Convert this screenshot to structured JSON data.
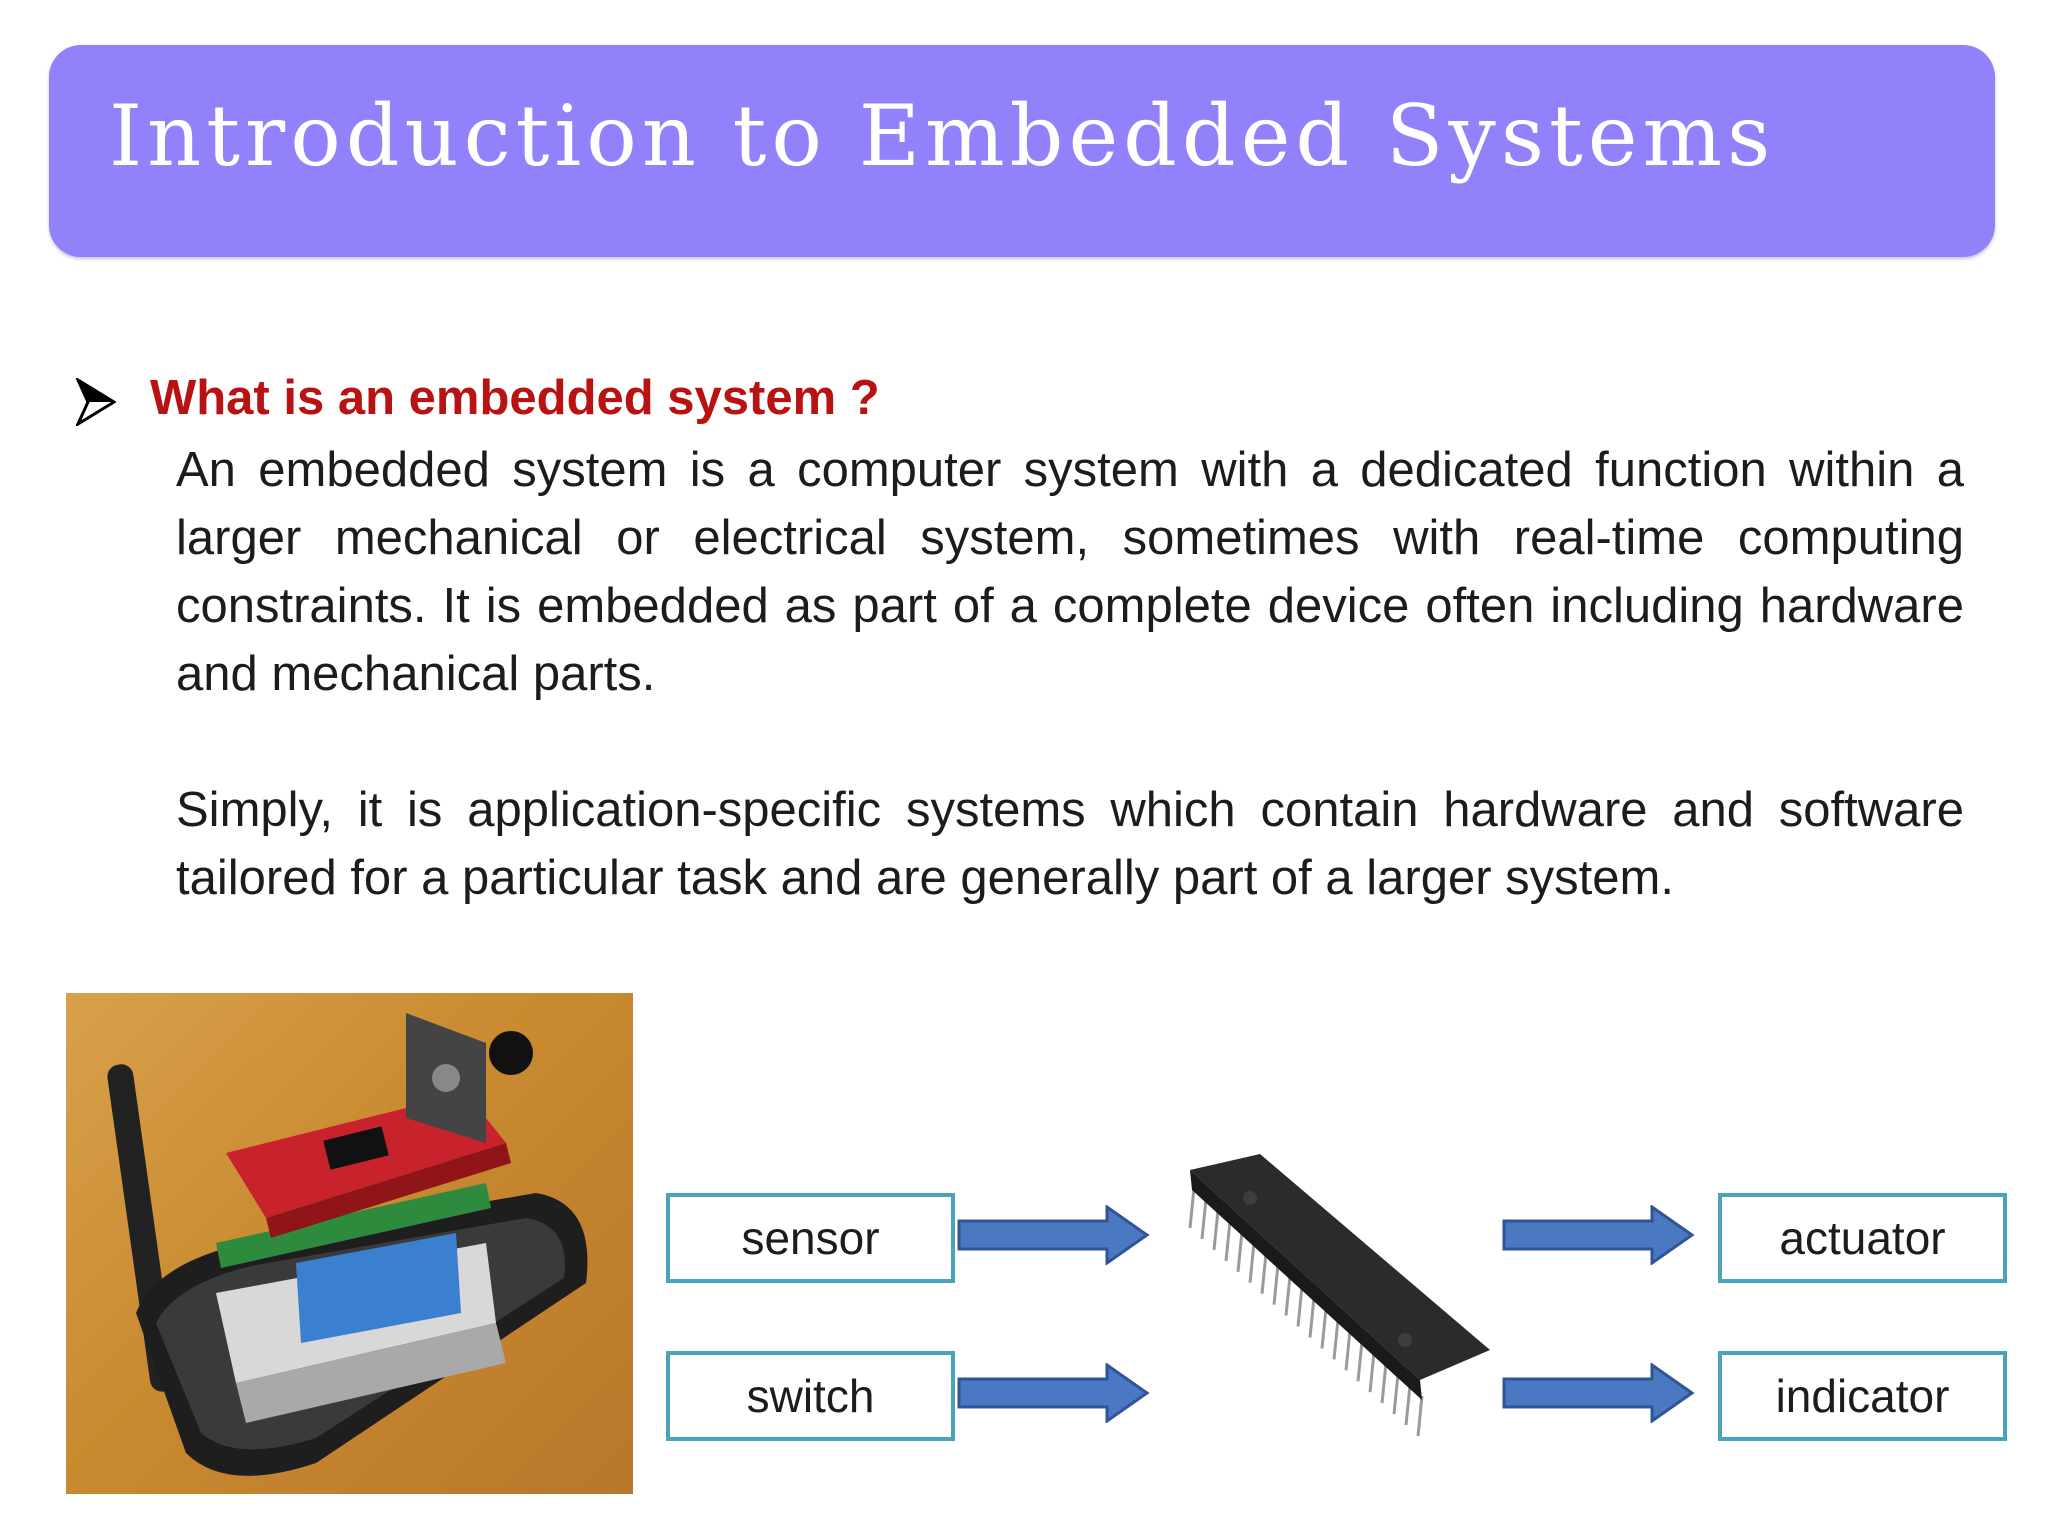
{
  "slide": {
    "title": "Introduction to Embedded Systems",
    "heading": "What is an embedded system ?",
    "paragraph_1": "An embedded system is a computer system with a dedicated function within a larger mechanical or electrical system, sometimes with real-time computing constraints. It is embedded as part of a complete device often including hardware and mechanical parts.",
    "paragraph_2": "Simply, it is application-specific systems which contain hardware and software tailored for a particular task and are generally part of a larger system."
  },
  "diagram": {
    "inputs": [
      "sensor",
      "switch"
    ],
    "outputs": [
      "actuator",
      "indicator"
    ]
  },
  "icons": {
    "bullet": "arrow-bullet-icon",
    "photo": "robot-tank-photo",
    "chip": "microcontroller-chip"
  },
  "colors": {
    "title_bar": "#9182fb",
    "heading": "#b81212",
    "box_border": "#4aa3b8",
    "arrow_fill": "#4a78c2"
  }
}
